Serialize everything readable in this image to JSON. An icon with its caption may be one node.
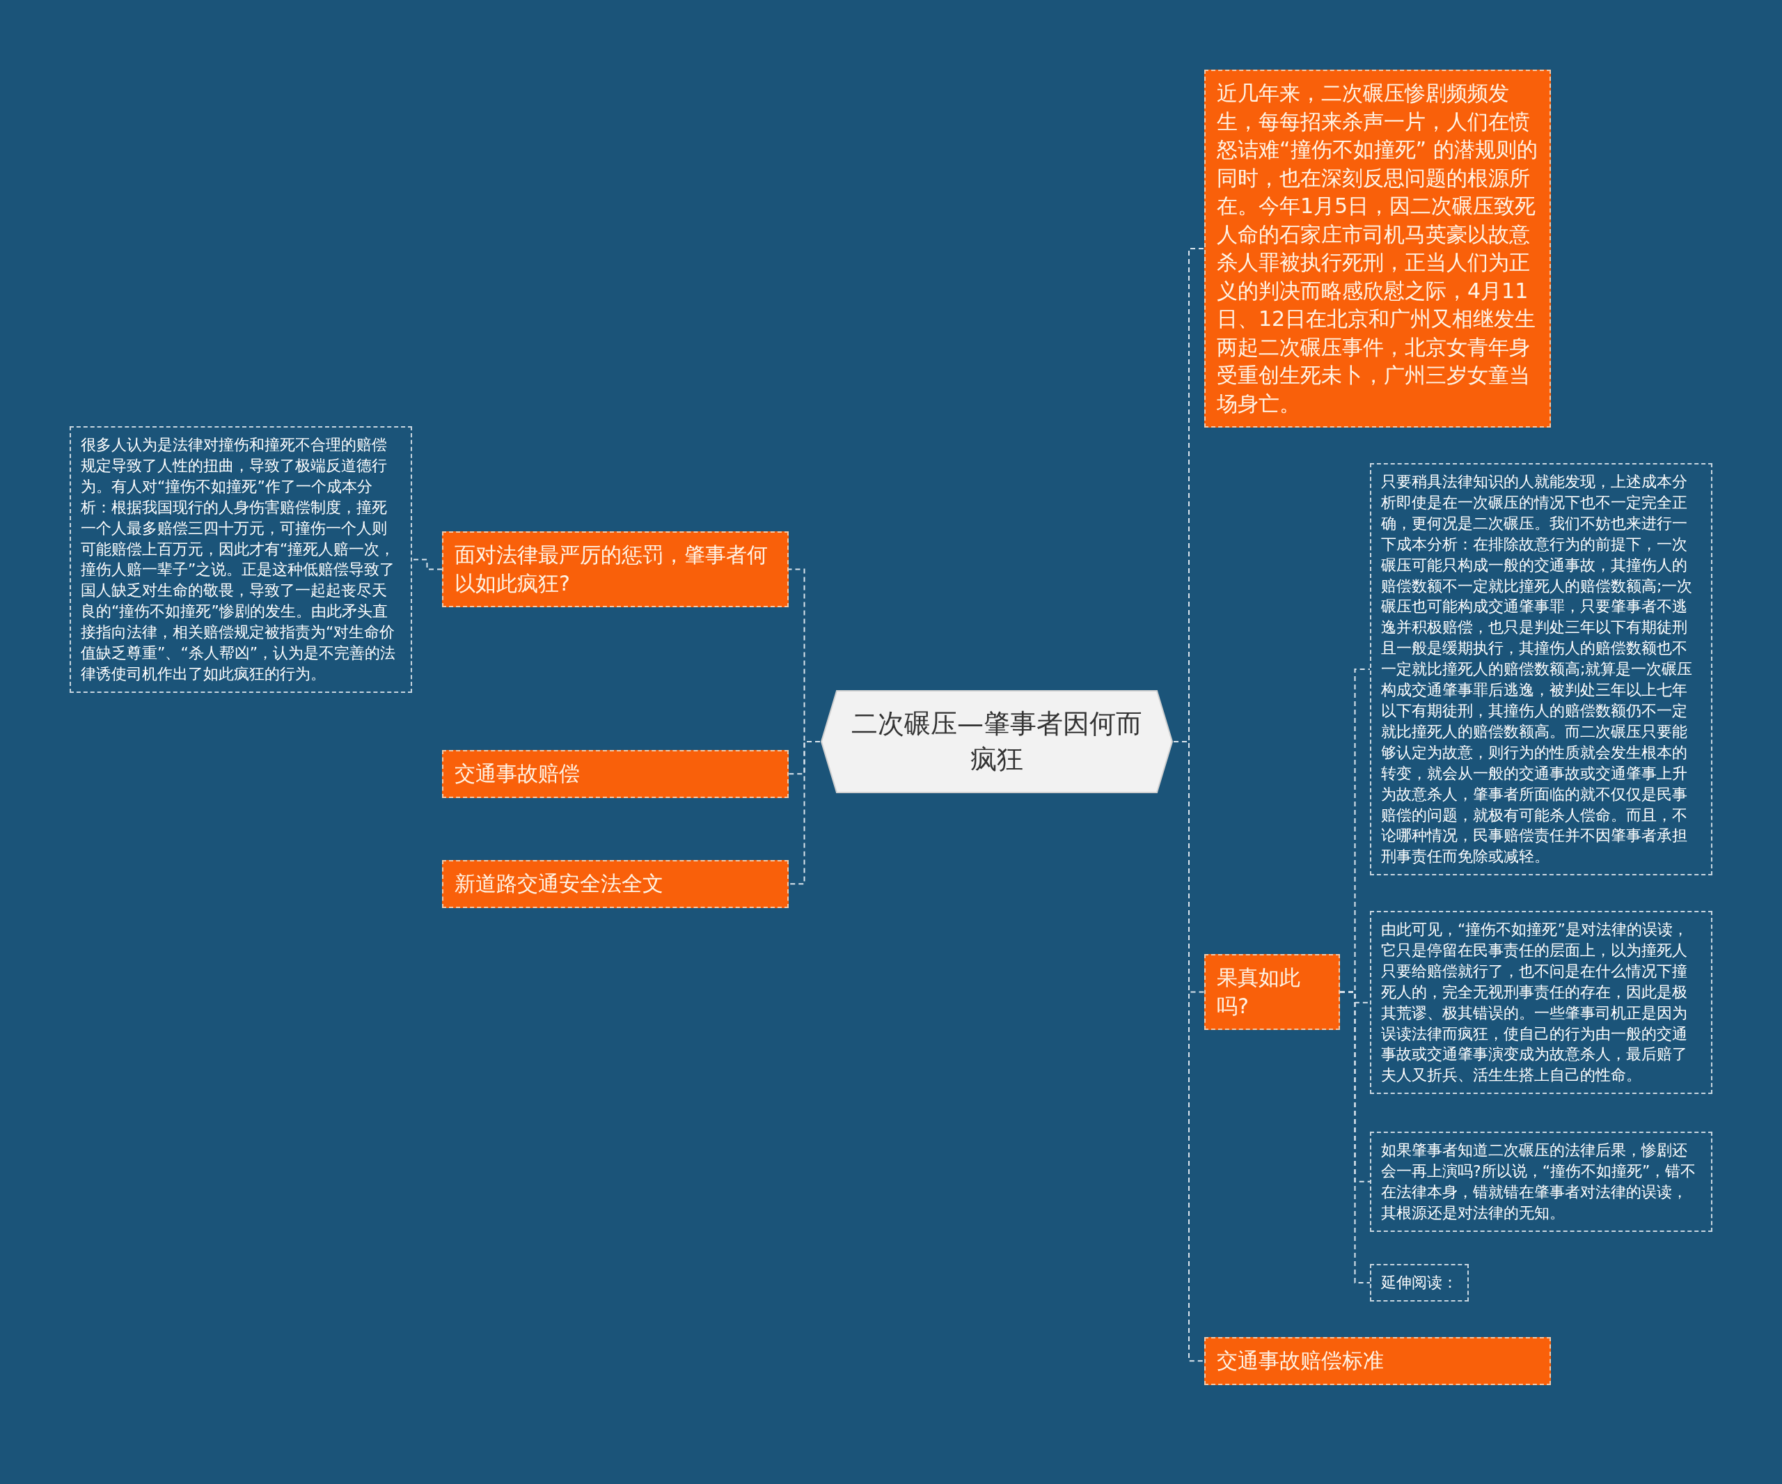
{
  "diagram": {
    "nodes": [
      {
        "text": [
          "二次碾压—肇事者因何而疯狂"
        ]
      },
      {
        "text": [
          "近几年来，二次碾压惨剧频频发生，每每招来杀声一片，人们在愤怒诘难“撞伤不如撞死” 的潜规则的同时，也在深刻反思问题的根源所在。今年1月5日，因二次碾压致死人命的石家庄市司机马英豪以故意杀人罪被执行死刑，正当人们为正义的判决而略感欣慰之际，4月11日、12日在北京和广州又相继发生两起二次碾压事件，北京女青年身受重创生死未卜，广州三岁女童当场身亡。"
        ]
      },
      {
        "text": [
          "果真如此吗?"
        ]
      },
      {
        "text": [
          "交通事故赔偿标准"
        ]
      },
      {
        "text": [
          "只要稍具法律知识的人就能发现，上述成本分析即使是在一次碾压的情况下也不一定完全正确，更何况是二次碾压。我们不妨也来进行一下成本分析：在排除故意行为的前提下，一次碾压可能只构成一般的交通事故，其撞伤人的赔偿数额不一定就比撞死人的赔偿数额高;一次碾压也可能构成交通肇事罪，只要肇事者不逃逸并积极赔偿，也只是判处三年以下有期徒刑且一般是缓期执行，其撞伤人的赔偿数额也不一定就比撞死人的赔偿数额高;就算是一次碾压构成交通肇事罪后逃逸，被判处三年以上七年以下有期徒刑，其撞伤人的赔偿数额仍不一定就比撞死人的赔偿数额高。而二次碾压只要能够认定为故意，则行为的性质就会发生根本的转变，就会从一般的交通事故或交通肇事上升为故意杀人，肇事者所面临的就不仅仅是民事赔偿的问题，就极有可能杀人偿命。而且，不论哪种情况，民事赔偿责任并不因肇事者承担刑事责任而免除或减轻。"
        ]
      },
      {
        "text": [
          "由此可见，“撞伤不如撞死”是对法律的误读，它只是停留在民事责任的层面上，以为撞死人只要给赔偿就行了，也不问是在什么情况下撞死人的，完全无视刑事责任的存在，因此是极其荒谬、极其错误的。一些肇事司机正是因为误读法律而疯狂，使自己的行为由一般的交通事故或交通肇事演变成为故意杀人，最后赔了夫人又折兵、活生生搭上自己的性命。"
        ]
      },
      {
        "text": [
          "如果肇事者知道二次碾压的法律后果，惨剧还会一再上演吗?所以说，“撞伤不如撞死”，错不在法律本身，错就错在肇事者对法律的误读，其根源还是对法律的无知。"
        ]
      },
      {
        "text": [
          "延伸阅读："
        ]
      },
      {
        "text": [
          "面对法律最严厉的惩罚，肇事者何以如此疯狂?"
        ]
      },
      {
        "text": [
          "很多人认为是法律对撞伤和撞死不合理的赔偿规定导致了人性的扭曲，导致了极端反道德行为。有人对“撞伤不如撞死”作了一个成本分析：根据我国现行的人身伤害赔偿制度，撞死一个人最多赔偿三四十万元，可撞伤一个人则可能赔偿上百万元，因此才有“撞死人赔一次，撞伤人赔一辈子”之说。正是这种低赔偿导致了国人缺乏对生命的敬畏，导致了一起起丧尽天良的“撞伤不如撞死”惨剧的发生。由此矛头直接指向法律，相关赔偿规定被指责为“对生命价值缺乏尊重”、“杀人帮凶”，认为是不完善的法律诱使司机作出了如此疯狂的行为。"
        ]
      },
      {
        "text": [
          "交通事故赔偿"
        ]
      },
      {
        "text": [
          "新道路交通安全法全文"
        ]
      }
    ],
    "edges": [
      {
        "from": 0,
        "to": 1,
        "arrow": "none"
      },
      {
        "from": 0,
        "to": 2,
        "arrow": "none"
      },
      {
        "from": 0,
        "to": 3,
        "arrow": "none"
      },
      {
        "from": 2,
        "to": 4,
        "arrow": "none"
      },
      {
        "from": 2,
        "to": 5,
        "arrow": "none"
      },
      {
        "from": 2,
        "to": 6,
        "arrow": "none"
      },
      {
        "from": 2,
        "to": 7,
        "arrow": "none"
      },
      {
        "from": 0,
        "to": 8,
        "arrow": "none"
      },
      {
        "from": 8,
        "to": 9,
        "arrow": "none"
      },
      {
        "from": 0,
        "to": 10,
        "arrow": "none"
      },
      {
        "from": 0,
        "to": 11,
        "arrow": "none"
      }
    ]
  }
}
